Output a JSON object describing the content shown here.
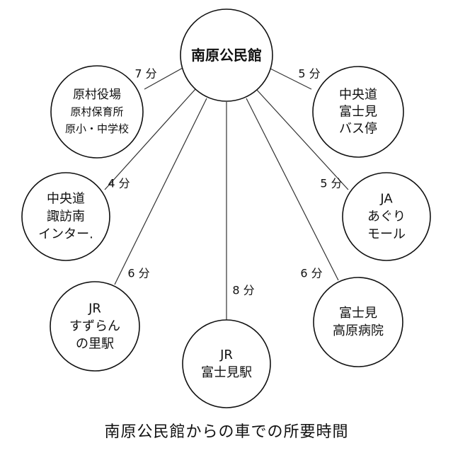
{
  "center": {
    "id": "center",
    "lines": [
      "南原公民館"
    ]
  },
  "destinations": [
    {
      "id": "haramura",
      "lines": [
        "原村役場",
        "原村保育所",
        "原小・中学校"
      ],
      "time": "7 分"
    },
    {
      "id": "busstop",
      "lines": [
        "中央道",
        "富士見",
        "バス停"
      ],
      "time": "5 分"
    },
    {
      "id": "suwaminami",
      "lines": [
        "中央道",
        "諏訪南",
        "インター."
      ],
      "time": "4 分"
    },
    {
      "id": "ja",
      "lines": [
        "JA",
        "あぐり",
        "モール"
      ],
      "time": "5 分"
    },
    {
      "id": "suzuran",
      "lines": [
        "JR",
        "すずらん",
        "の里駅"
      ],
      "time": "6 分"
    },
    {
      "id": "fujimi-station",
      "lines": [
        "JR",
        "富士見駅"
      ],
      "time": "8 分"
    },
    {
      "id": "hospital",
      "lines": [
        "富士見",
        "高原病院"
      ],
      "time": "6 分"
    }
  ],
  "caption": "南原公民館からの車での所要時間"
}
